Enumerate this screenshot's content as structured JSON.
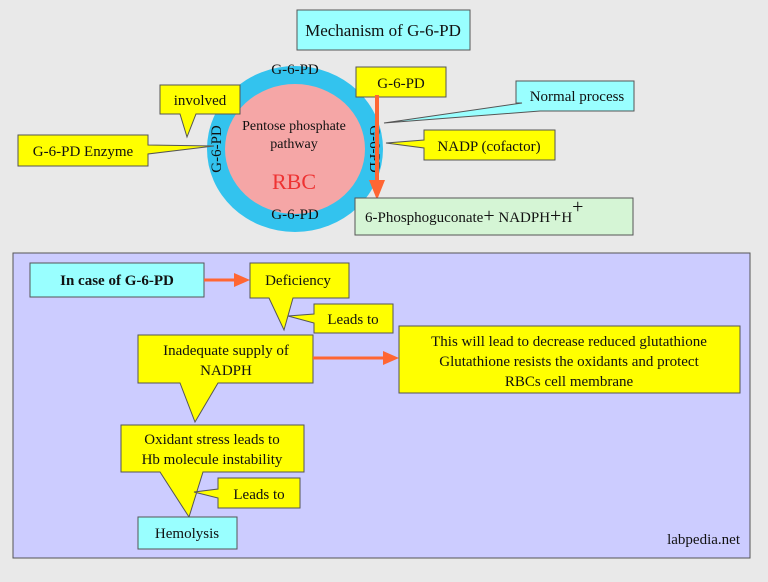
{
  "title": "Mechanism of G-6-PD",
  "ring_labels": {
    "top": "G-6-PD",
    "bottom": "G-6-PD",
    "left": "G-6-PD",
    "right": "G-6-PD"
  },
  "circle": {
    "line1": "Pentose phosphate",
    "line2": "pathway",
    "rbc": "RBC"
  },
  "callouts": {
    "involved": "involved",
    "enzyme": "G-6-PD Enzyme",
    "g6pd": "G-6-PD",
    "normal": "Normal process",
    "nadp": "NADP (cofactor)"
  },
  "product": {
    "text": "6-Phosphoguconate",
    "plus1": "+",
    "nadph": " NADPH",
    "plus2": "+",
    "h": "H",
    "sup": "+"
  },
  "lower": {
    "in_case": "In case of G-6-PD",
    "deficiency": "Deficiency",
    "leads_to_1": "Leads to",
    "inadequate_1": "Inadequate supply of",
    "inadequate_2": "NADPH",
    "result_1": "This will lead to decrease reduced glutathione",
    "result_2": "Glutathione resists the oxidants and protect",
    "result_3": "RBCs cell membrane",
    "oxidant_1": "Oxidant stress leads to",
    "oxidant_2": "Hb molecule instability",
    "leads_to_2": "Leads to",
    "hemolysis": "Hemolysis"
  },
  "credit": "labpedia.net",
  "colors": {
    "yellow": "#ffff00",
    "cyan": "#99ffff",
    "green": "#d5f5d5",
    "ring": "#33c3ee",
    "rbc_fill": "#f5a6a6",
    "rbc_text": "#ee3333",
    "arrow": "#ff6633",
    "panel": "#ccccff"
  }
}
